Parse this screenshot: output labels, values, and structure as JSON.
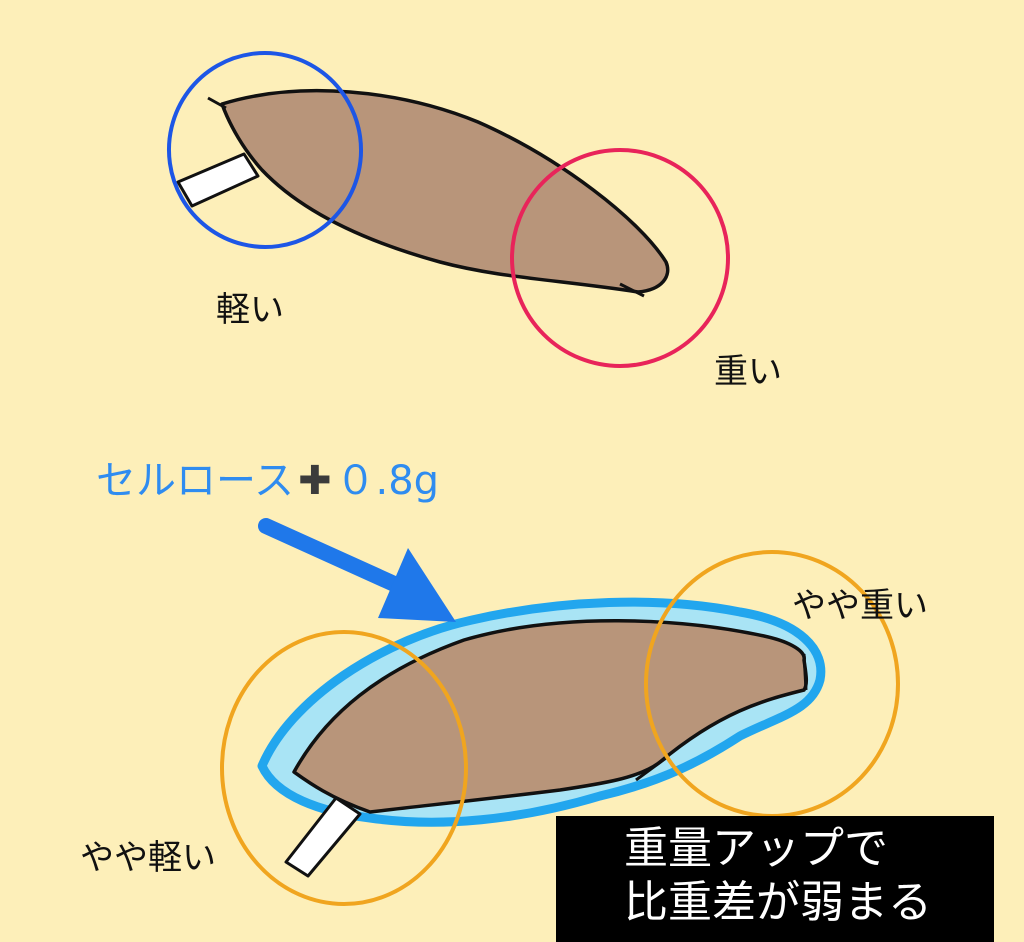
{
  "top_diagram": {
    "light_label": "軽い",
    "heavy_label": "重い"
  },
  "bottom_diagram": {
    "formula_text": "セルロース",
    "formula_plus": "✚",
    "formula_amount": "０.8g",
    "light_label": "やや軽い",
    "heavy_label": "やや重い"
  },
  "note": {
    "line1": "重量アップで",
    "line2": "比重差が弱まる"
  },
  "colors": {
    "background": "#fdefb9",
    "body_fill": "#b8957a",
    "blue_circle": "#1d56e6",
    "red_circle": "#e8245a",
    "orange_circle": "#f0a51f",
    "coating": "#22a6ee",
    "coating_fill": "#a9e4f5",
    "arrow": "#1f78ea",
    "formula_text": "#2f8cf0"
  }
}
